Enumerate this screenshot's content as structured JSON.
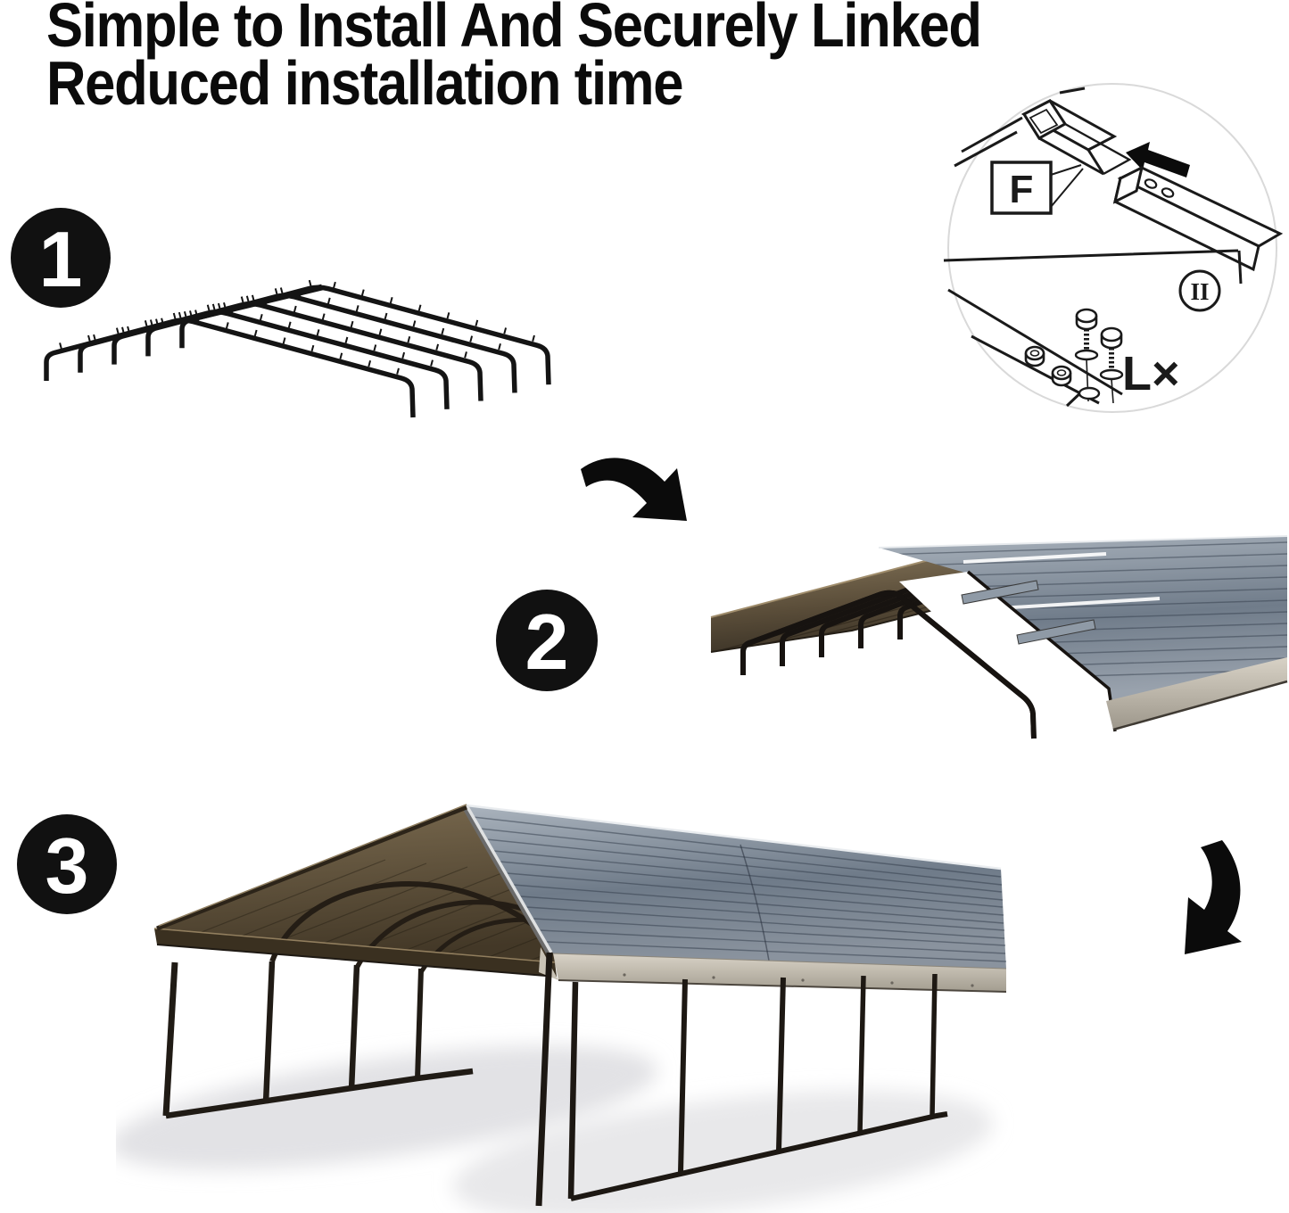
{
  "title": {
    "line1": "Simple to Install And Securely Linked",
    "line2": "Reduced installation time"
  },
  "steps": [
    {
      "number": "1"
    },
    {
      "number": "2"
    },
    {
      "number": "3"
    }
  ],
  "inset": {
    "part_label": "F",
    "section_label": "II",
    "quantity_label": "L×"
  },
  "colors": {
    "badge": "#111111",
    "badge_text": "#ffffff",
    "line_art": "#1a1a1a",
    "frame": "#18140f",
    "roof_gray": "#8c98a4",
    "roof_gray_dark": "#5f6b78",
    "roof_brown": "#6d5c44",
    "roof_brown_dark": "#3a3123",
    "fascia": "#cfc9bd",
    "shadow": "#e3e3e6",
    "background": "#ffffff"
  }
}
